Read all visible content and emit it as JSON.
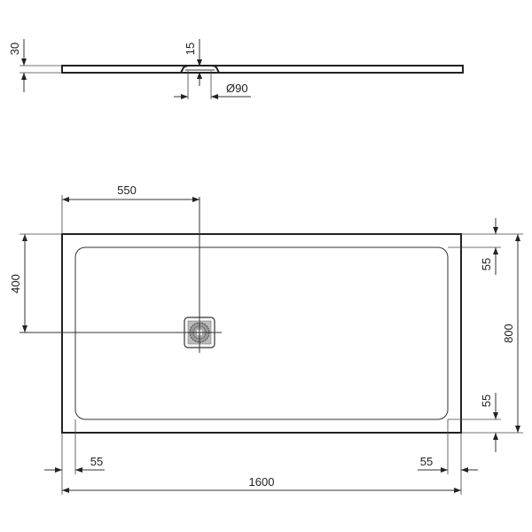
{
  "drawing": {
    "type": "shower tray technical drawing",
    "units": "mm",
    "side_view": {
      "thickness_label": "30",
      "drain_depth_label": "15",
      "drain_diameter_label": "Ø90"
    },
    "top_view": {
      "drain_offset_x_label": "550",
      "drain_offset_y_label": "400",
      "width_label": "1600",
      "depth_label": "800",
      "rim_left_label": "55",
      "rim_right_label": "55",
      "rim_top_label": "55",
      "rim_bottom_label": "55"
    },
    "colors": {
      "line": "#222222",
      "background": "#ffffff",
      "drain_fill": "#bbbbbb"
    }
  }
}
